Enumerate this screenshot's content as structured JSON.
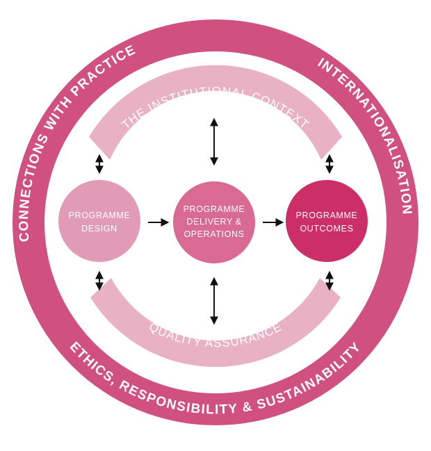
{
  "colors": {
    "outer_ring": "#d0507f",
    "band": "#e8b1c4",
    "node_design": "#e29bb4",
    "node_delivery": "#d86a93",
    "node_outcomes": "#cc2f67",
    "arrow": "#111111",
    "text": "#ffffff"
  },
  "outer_ring": {
    "left_label": "CONNECTIONS WITH PRACTICE",
    "right_label": "INTERNATIONALISATION",
    "bottom_label": "ETHICS, RESPONSIBILITY & SUSTAINABILITY"
  },
  "bands": {
    "top_label": "THE INSTITUTIONAL CONTEXT",
    "bottom_label": "QUALITY ASSURANCE"
  },
  "nodes": {
    "design": {
      "line1": "PROGRAMME",
      "line2": "DESIGN"
    },
    "delivery": {
      "line1": "PROGRAMME",
      "line2": "DELIVERY &",
      "line3": "OPERATIONS"
    },
    "outcomes": {
      "line1": "PROGRAMME",
      "line2": "OUTCOMES"
    }
  }
}
